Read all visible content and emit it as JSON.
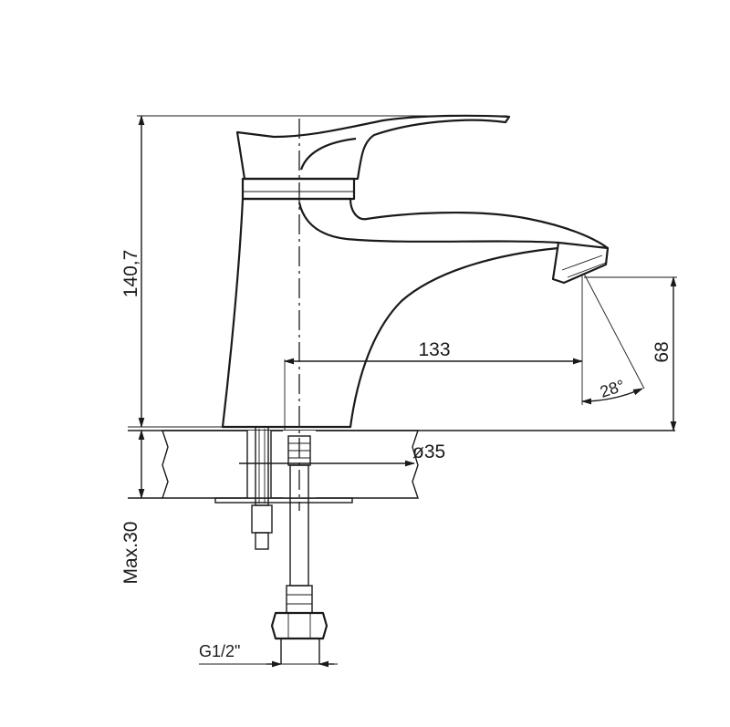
{
  "dimensions": {
    "total_height": "140,7",
    "spout_reach": "133",
    "outlet_height": "68",
    "outlet_angle": "28°",
    "mount_hole": "ø35",
    "max_deck_thickness": "Max.30",
    "connection_thread": "G1/2\""
  },
  "colors": {
    "line": "#1a1a1a",
    "background": "#ffffff"
  }
}
